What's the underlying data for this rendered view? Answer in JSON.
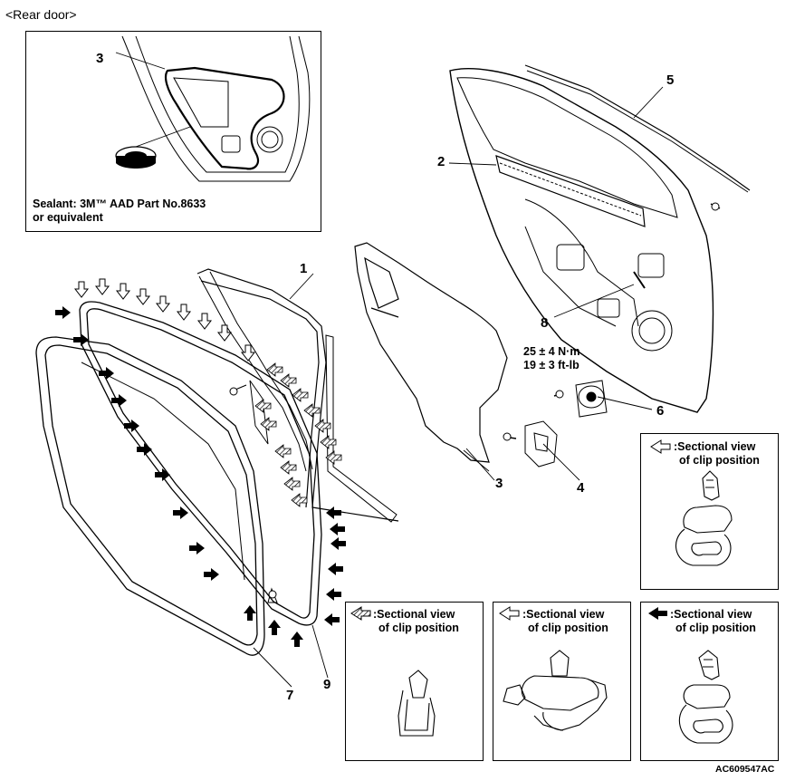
{
  "title": "<Rear door>",
  "sealant_note": {
    "line1": "Sealant: 3M™ AAD Part No.8633",
    "line2": "or equivalent"
  },
  "callouts": {
    "inset_3": "3",
    "c1": "1",
    "c2": "2",
    "c3": "3",
    "c4": "4",
    "c5": "5",
    "c6": "6",
    "c7": "7",
    "c8": "8",
    "c9": "9"
  },
  "torque": {
    "line1": "25 ± 4 N·m",
    "line2": "19 ± 3 ft-lb"
  },
  "legend_boxes": {
    "hollow_arrow_top": {
      "line1": ":Sectional view",
      "line2": "of clip position"
    },
    "hatched_arrow": {
      "line1": ":Sectional view",
      "line2": "of clip position"
    },
    "hollow_arrow_bottom": {
      "line1": ":Sectional view",
      "line2": "of clip position"
    },
    "solid_arrow": {
      "line1": ":Sectional view",
      "line2": "of clip position"
    }
  },
  "figure_code": "AC609547AC",
  "icons": {
    "solid_arrow": "solid-arrow-icon",
    "hollow_arrow": "hollow-arrow-icon",
    "hatched_arrow": "hatched-arrow-icon"
  }
}
